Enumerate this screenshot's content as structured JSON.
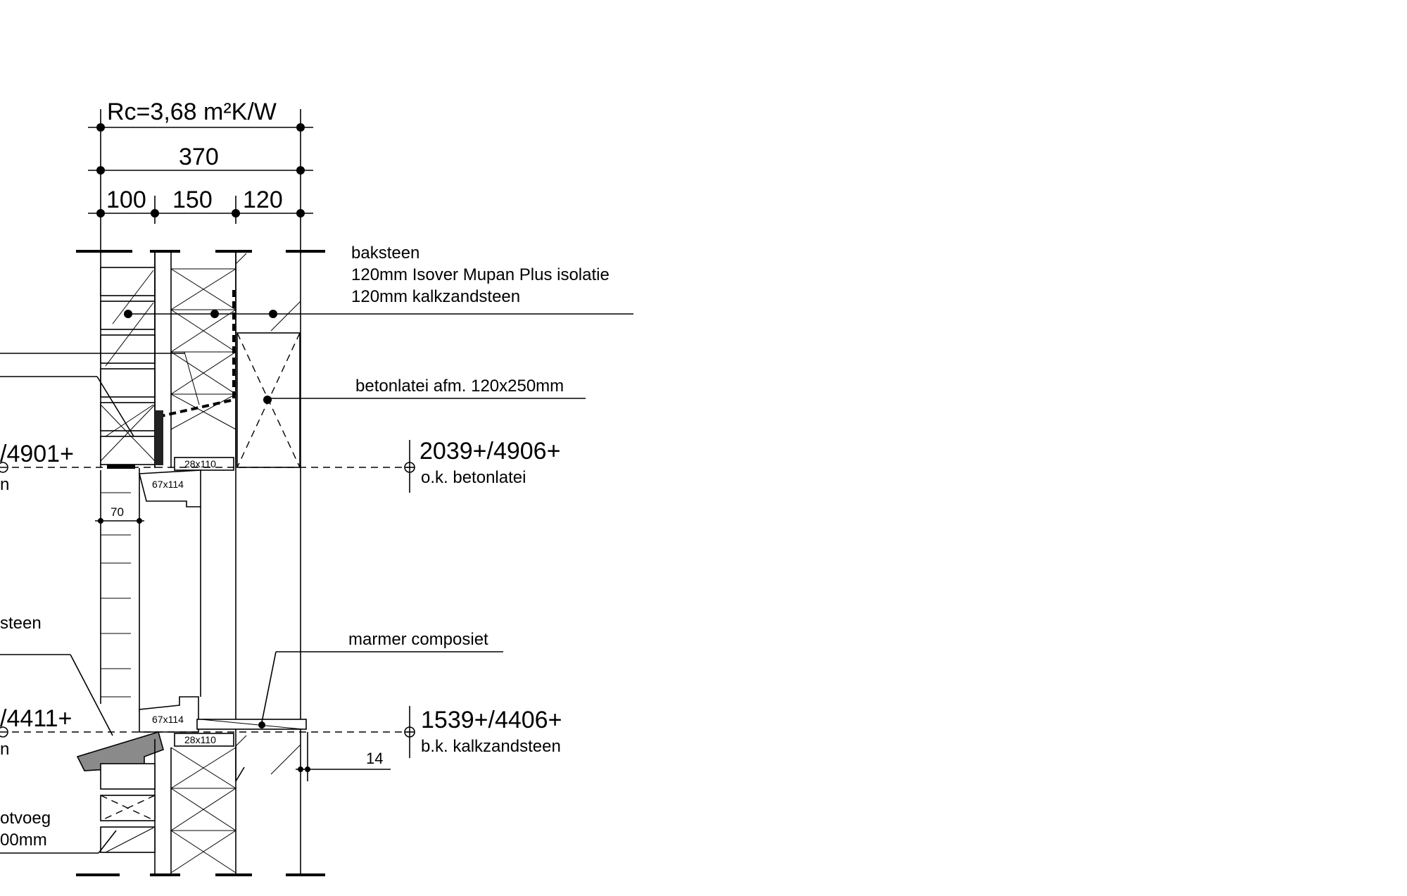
{
  "dimensions": {
    "rc_label": "Rc=3,68 m²K/W",
    "total_label": "370",
    "segments": [
      "100",
      "150",
      "120"
    ],
    "reveal_label": "70",
    "sill_offset_label": "14"
  },
  "layers": {
    "line1": "baksteen",
    "line2": "120mm Isover Mupan Plus isolatie",
    "line3": "120mm kalkzandsteen"
  },
  "lintel_label": "betonlatei afm. 120x250mm",
  "sill_material_label": "marmer composiet",
  "timber_sizes": {
    "top_plate": "28x110",
    "top_frame": "67x114",
    "bottom_frame": "67x114",
    "bottom_plate": "28x110"
  },
  "levels": {
    "upper_right_value": "2039+/4906+",
    "upper_right_desc": "o.k. betonlatei",
    "lower_right_value": "1539+/4406+",
    "lower_right_desc": "b.k. kalkzandsteen",
    "upper_left_value": "/4901+",
    "upper_left_desc": "n",
    "lower_left_value": "/4411+",
    "lower_left_desc": "n"
  },
  "left_labels": {
    "steen": "steen",
    "otvoeg": "otvoeg",
    "mm": "00mm"
  }
}
